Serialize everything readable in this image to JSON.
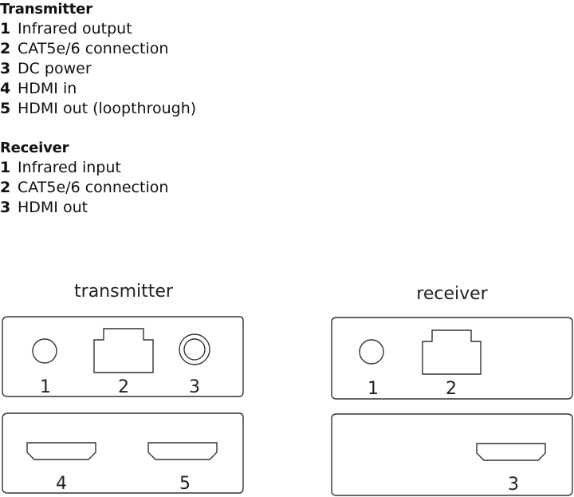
{
  "transmitter_legend": {
    "title": "Transmitter",
    "items": [
      {
        "num": "1",
        "label": "Infrared output"
      },
      {
        "num": "2",
        "label": "CAT5e/6 connection"
      },
      {
        "num": "3",
        "label": "DC power"
      },
      {
        "num": "4",
        "label": "HDMI in"
      },
      {
        "num": "5",
        "label": "HDMI out (loopthrough)"
      }
    ]
  },
  "receiver_legend": {
    "title": "Receiver",
    "items": [
      {
        "num": "1",
        "label": "Infrared input"
      },
      {
        "num": "2",
        "label": "CAT5e/6 connection"
      },
      {
        "num": "3",
        "label": "HDMI out"
      }
    ]
  },
  "diagram": {
    "transmitter": {
      "caption": "transmitter",
      "front_numbers": [
        "1",
        "2",
        "3"
      ],
      "back_numbers": [
        "4",
        "5"
      ]
    },
    "receiver": {
      "caption": "receiver",
      "front_numbers": [
        "1",
        "2"
      ],
      "back_numbers": [
        "3"
      ]
    }
  }
}
